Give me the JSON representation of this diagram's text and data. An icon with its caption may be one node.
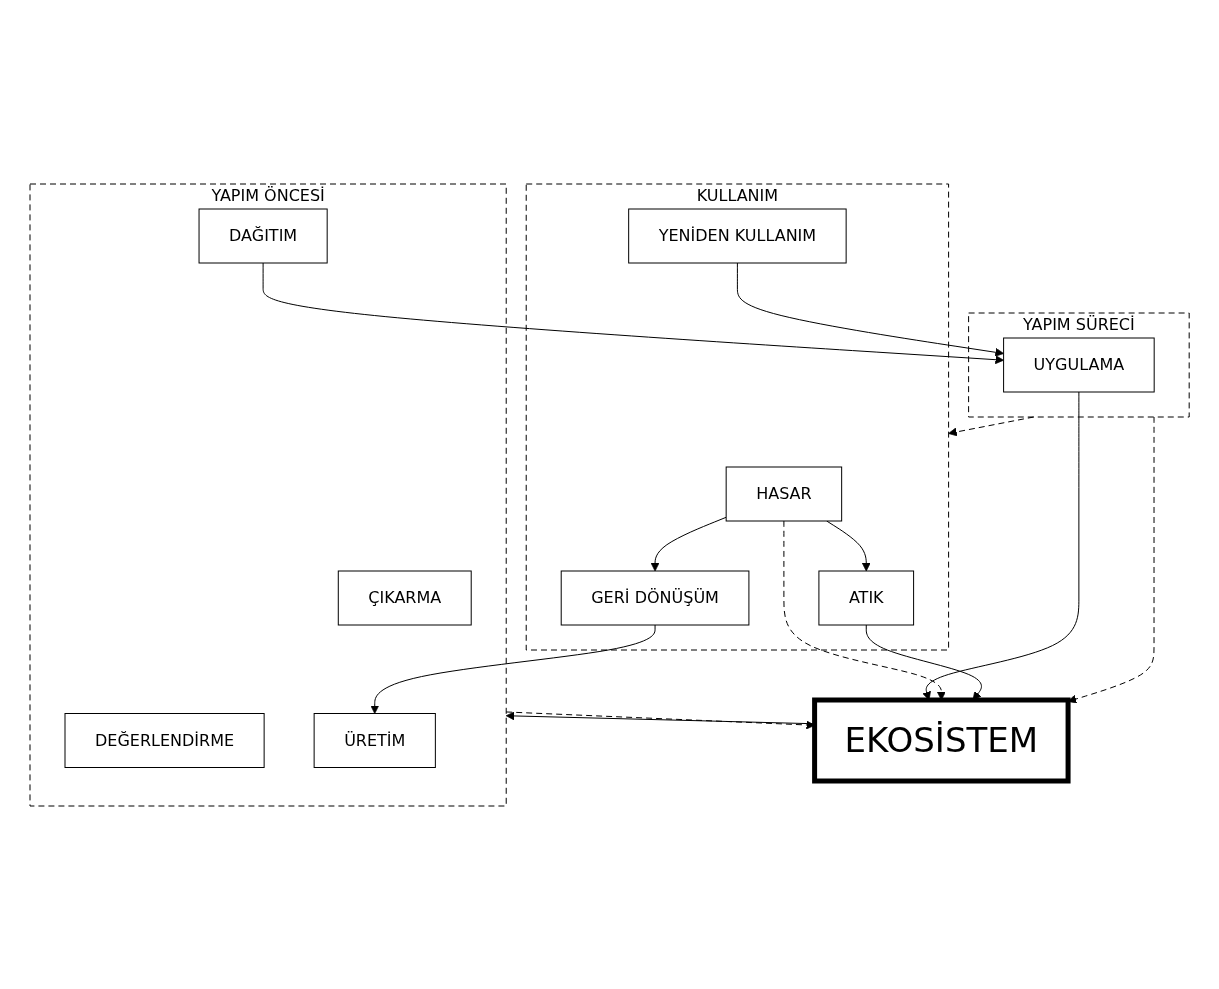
{
  "diagram": {
    "nodes": [
      {
        "text": [
          "YAPIM ÖNCESİ"
        ]
      },
      {
        "text": [
          "ÇIKARMA"
        ],
        "in": 0
      },
      {
        "text": [
          "DEĞERLENDİRME"
        ],
        "in": 0
      },
      {
        "text": [
          "ÜRETİM"
        ],
        "in": 0
      },
      {
        "text": [
          "DAĞITIM"
        ],
        "in": 0
      },
      {
        "text": [
          "YAPIM SÜRECİ"
        ]
      },
      {
        "text": [
          "UYGULAMA"
        ],
        "in": 5
      },
      {
        "text": [
          "EKOSİSTEM"
        ]
      },
      {
        "text": [
          "KULLANIM"
        ]
      },
      {
        "text": [
          "HASAR"
        ],
        "in": 8
      },
      {
        "text": [
          "ATIK"
        ],
        "in": 8
      },
      {
        "text": [
          "GERİ DÖNÜŞÜM"
        ],
        "in": 8
      },
      {
        "text": [
          "YENİDEN KULLANIM"
        ],
        "in": 8
      }
    ],
    "edges": [
      {
        "from": 4,
        "to": 6,
        "arrow": "to"
      },
      {
        "from": 7,
        "to": 0,
        "arrow": "to"
      },
      {
        "from": 0,
        "to": 7,
        "arrow": "to",
        "style": "dashed"
      },
      {
        "from": 6,
        "to": 7,
        "arrow": "to"
      },
      {
        "from": 5,
        "to": 7,
        "arrow": "to",
        "style": "dashed"
      },
      {
        "from": 5,
        "to": 8,
        "arrow": "to",
        "style": "dashed"
      },
      {
        "from": 9,
        "to": 7,
        "arrow": "to",
        "style": "dashed"
      },
      {
        "from": 10,
        "to": 7,
        "arrow": "to"
      },
      {
        "from": 11,
        "to": 3,
        "arrow": "to"
      },
      {
        "from": 9,
        "to": 10,
        "arrow": "to"
      },
      {
        "from": 9,
        "to": 11,
        "arrow": "to"
      },
      {
        "from": 12,
        "to": 6,
        "arrow": "to"
      }
    ]
  }
}
